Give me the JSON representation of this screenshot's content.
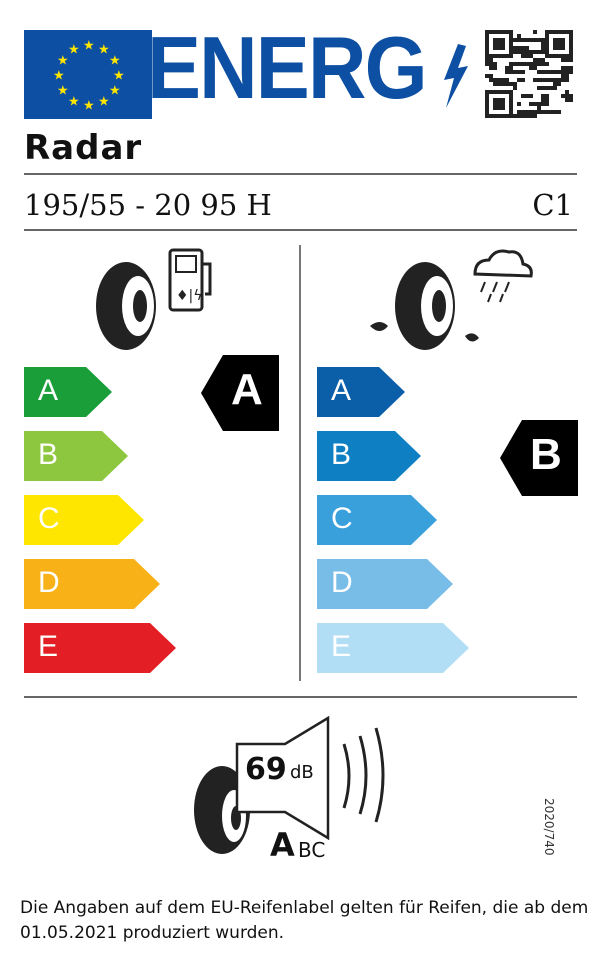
{
  "header": {
    "energy_word": "ENERG",
    "brand": "Radar",
    "tyre_size": "195/55 - 20  95 H",
    "tyre_class": "C1"
  },
  "fuel": {
    "classes": [
      "A",
      "B",
      "C",
      "D",
      "E"
    ],
    "colors": [
      "#1a9e3a",
      "#8dc63f",
      "#ffe600",
      "#f9b118",
      "#e31e24"
    ],
    "rating": "A"
  },
  "wet": {
    "classes": [
      "A",
      "B",
      "C",
      "D",
      "E"
    ],
    "colors": [
      "#0b5ea8",
      "#0e7fc3",
      "#3aa0dc",
      "#77bde8",
      "#b2def5"
    ],
    "rating": "B"
  },
  "noise": {
    "value": "69",
    "unit": "dB",
    "class_big": "A",
    "class_rest": "BC"
  },
  "regulation": "2020/740",
  "footer": "Die Angaben auf dem EU-Reifenlabel gelten für Reifen, die ab dem 01.05.2021 produziert wurden."
}
